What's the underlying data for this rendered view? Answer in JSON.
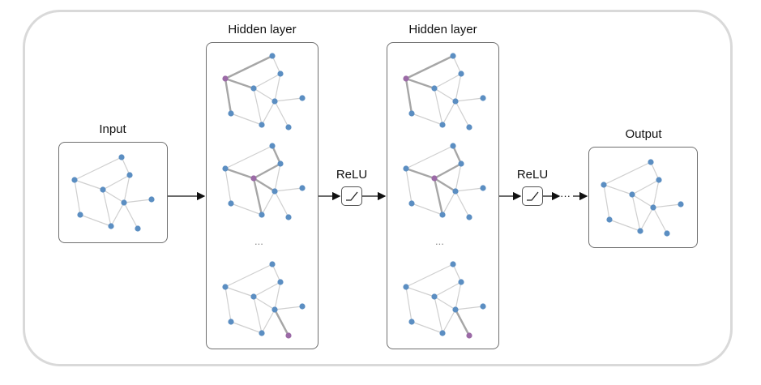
{
  "labels": {
    "input": "Input",
    "hidden_1": "Hidden layer",
    "hidden_2": "Hidden layer",
    "relu_1": "ReLU",
    "relu_2": "ReLU",
    "output": "Output"
  },
  "ellipsis": {
    "hidden_1": "...",
    "hidden_2": "...",
    "after_relu": "···"
  },
  "colors": {
    "node": "#5b8ec2",
    "highlighted_node": "#9b6aa6",
    "edge": "#cfcfcf",
    "highlighted_edge": "#a6a6a6",
    "outer_frame": "#d9d9d9"
  }
}
